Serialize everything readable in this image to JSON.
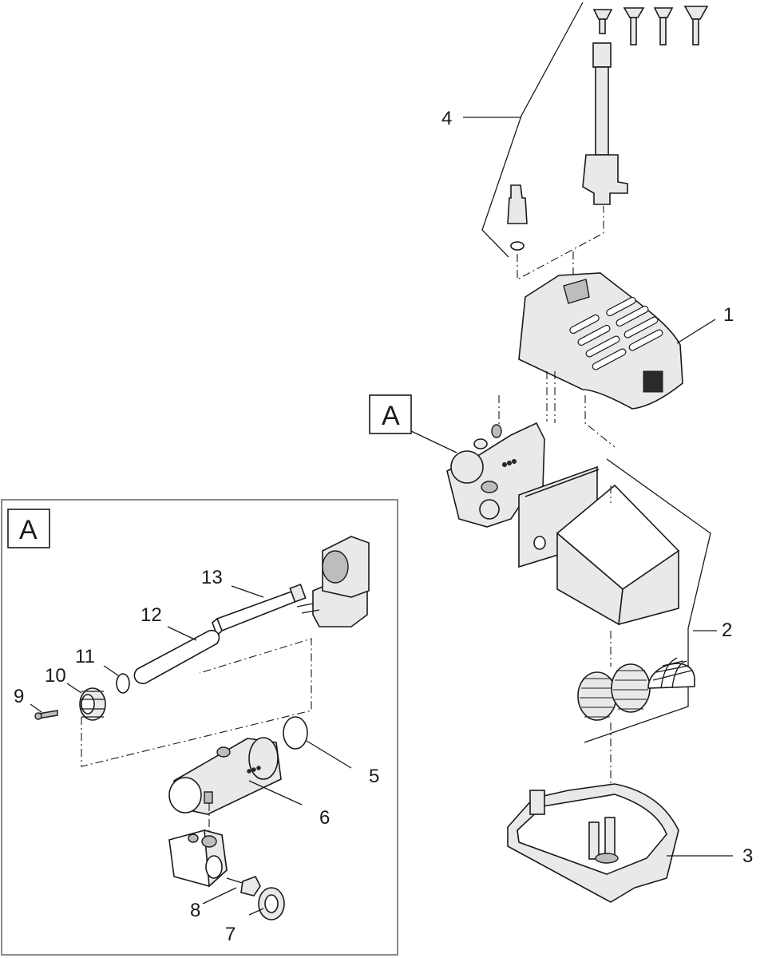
{
  "detail_marker": "A",
  "labels": {
    "p1": "1",
    "p2": "2",
    "p3": "3",
    "p4": "4",
    "p5": "5",
    "p6": "6",
    "p7": "7",
    "p8": "8",
    "p9": "9",
    "p10": "10",
    "p11": "11",
    "p12": "12",
    "p13": "13"
  },
  "colors": {
    "line": "#1a1a1a",
    "part_fill": "#e9e9e9",
    "frame": "#8a8a8a"
  }
}
